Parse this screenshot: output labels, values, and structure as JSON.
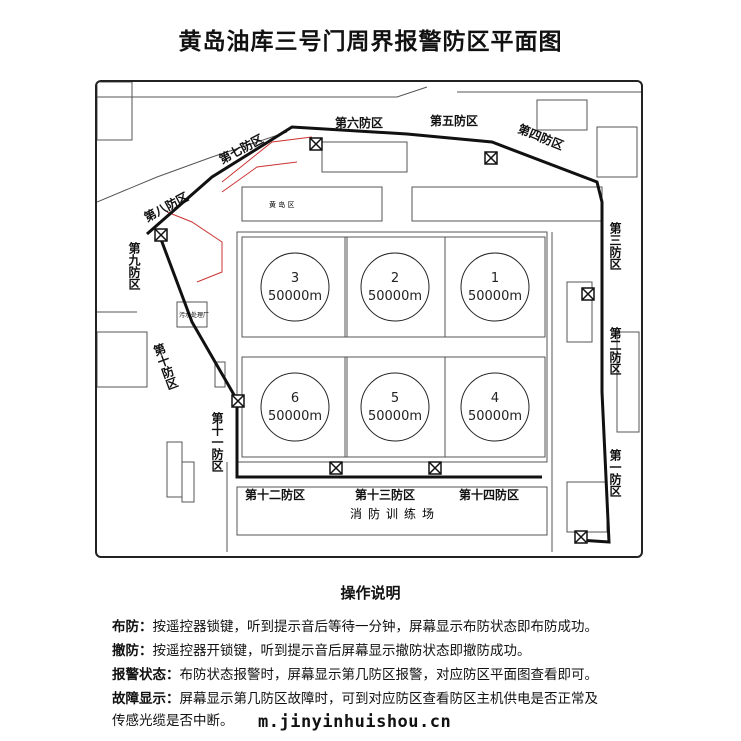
{
  "title": "黄岛油库三号门周界报警防区平面图",
  "zones": {
    "z1": "第一防区",
    "z2": "第二防区",
    "z3": "第三防区",
    "z4": "第四防区",
    "z5": "第五防区",
    "z6": "第六防区",
    "z7": "第七防区",
    "z8": "第八防区",
    "z9": "第九防区",
    "z10": "第十防区",
    "z11": "第十一防区",
    "z12": "第十二防区",
    "z13": "第十三防区",
    "z14": "第十四防区"
  },
  "tanks": [
    {
      "number": "3",
      "capacity": "50000m"
    },
    {
      "number": "2",
      "capacity": "50000m"
    },
    {
      "number": "1",
      "capacity": "50000m"
    },
    {
      "number": "6",
      "capacity": "50000m"
    },
    {
      "number": "5",
      "capacity": "50000m"
    },
    {
      "number": "4",
      "capacity": "50000m"
    }
  ],
  "buildings": {
    "training_ground": "消防训练场",
    "b_yellow": "黄 岛 区",
    "b_sewage": "污水处理厂"
  },
  "operations": {
    "heading": "操作说明",
    "arm_label": "布防：",
    "arm_text": "按遥控器锁键，听到提示音后等待一分钟，屏幕显示布防状态即布防成功。",
    "disarm_label": "撤防：",
    "disarm_text": "按遥控器开锁键，听到提示音后屏幕显示撤防状态即撤防成功。",
    "alarm_label": "报警状态：",
    "alarm_text": "布防状态报警时，屏幕显示第几防区报警，对应防区平面图查看即可。",
    "fault_label": "故障显示：",
    "fault_text_1": "屏幕显示第几防区故障时，可到对应防区查看防区主机供电是否正常及",
    "fault_text_2": "传感光缆是否中断。"
  },
  "watermark": "m.jinyinhuishou.cn"
}
